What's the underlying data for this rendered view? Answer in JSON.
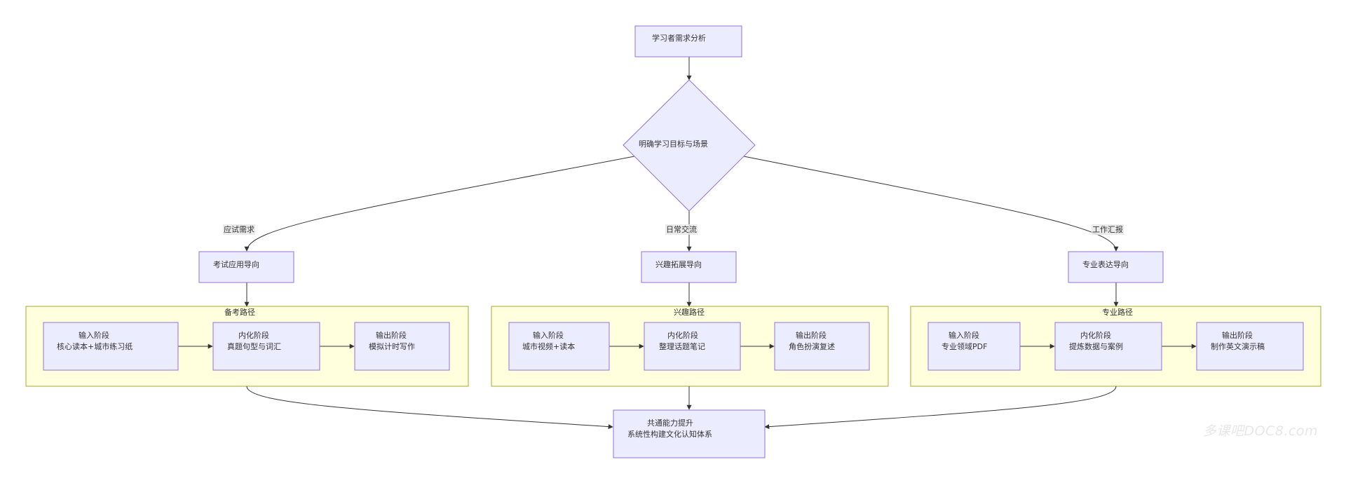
{
  "colors": {
    "node_fill": "#ECECFF",
    "node_stroke": "#9370DB",
    "cluster_fill": "#FFFFDE",
    "cluster_stroke": "#AAAA33",
    "edge": "#333333",
    "edge_label_bg": "#E8E8E8",
    "text": "#333333",
    "watermark": "#E7E7E7"
  },
  "nodes": {
    "start": [
      "学习者需求分析"
    ],
    "decision": [
      "明确学习目标与场景"
    ],
    "exam_orientation": [
      "考试应用导向"
    ],
    "interest_orientation": [
      "兴趣拓展导向"
    ],
    "pro_orientation": [
      "专业表达导向"
    ],
    "exam_input": [
      "输入阶段",
      "核心读本+城市练习纸"
    ],
    "exam_internal": [
      "内化阶段",
      "真题句型与词汇"
    ],
    "exam_output": [
      "输出阶段",
      "模拟计时写作"
    ],
    "interest_input": [
      "输入阶段",
      "城市视频+读本"
    ],
    "interest_internal": [
      "内化阶段",
      "整理话题笔记"
    ],
    "interest_output": [
      "输出阶段",
      "角色扮演复述"
    ],
    "pro_input": [
      "输入阶段",
      "专业领域PDF"
    ],
    "pro_internal": [
      "内化阶段",
      "提炼数据与案例"
    ],
    "pro_output": [
      "输出阶段",
      "制作英文演示稿"
    ],
    "common": [
      "共通能力提升",
      "系统性构建文化认知体系"
    ]
  },
  "edge_labels": {
    "exam": "应试需求",
    "daily": "日常交流",
    "work": "工作汇报"
  },
  "clusters": {
    "exam": "备考路径",
    "interest": "兴趣路径",
    "pro": "专业路径"
  },
  "watermark": "多课吧DOC8.com"
}
